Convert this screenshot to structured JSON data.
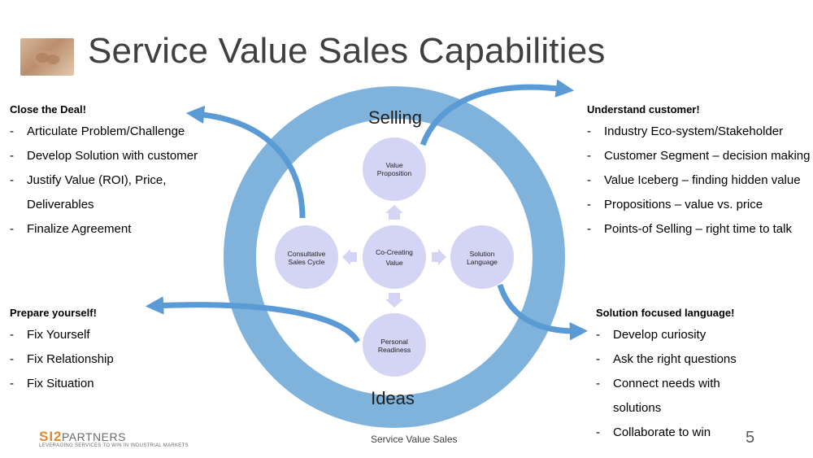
{
  "title": "Service Value Sales Capabilities",
  "ring": {
    "top_label": "Selling",
    "bottom_label": "Ideas"
  },
  "nodes": {
    "top": [
      "Value",
      "Proposition"
    ],
    "center": [
      "Co-Creating",
      "Value"
    ],
    "left": [
      "Consultative",
      "Sales Cycle"
    ],
    "right": [
      "Solution",
      "Language"
    ],
    "bottom": [
      "Personal",
      "Readiness"
    ]
  },
  "panels": {
    "close_deal": {
      "heading": "Close the Deal!",
      "items": [
        {
          "text": "Articulate Problem/Challenge"
        },
        {
          "text": "Develop Solution with customer"
        },
        {
          "text": "Justify Value (ROI), Price,",
          "cont": "Deliverables"
        },
        {
          "text": "Finalize Agreement"
        }
      ]
    },
    "understand": {
      "heading": "Understand customer!",
      "items": [
        {
          "text": "Industry Eco-system/Stakeholder"
        },
        {
          "text": "Customer Segment – decision making"
        },
        {
          "text": "Value Iceberg – finding hidden value"
        },
        {
          "text": "Propositions – value vs. price"
        },
        {
          "text": "Points-of Selling – right time to talk"
        }
      ]
    },
    "prepare": {
      "heading": "Prepare yourself!",
      "items": [
        {
          "text": "Fix Yourself"
        },
        {
          "text": "Fix Relationship"
        },
        {
          "text": "Fix Situation"
        }
      ]
    },
    "solution_lang": {
      "heading": "Solution focused language!",
      "items": [
        {
          "text": "Develop curiosity"
        },
        {
          "text": "Ask the right questions"
        },
        {
          "text": "Connect needs with",
          "cont": "solutions"
        },
        {
          "text": "Collaborate to win"
        }
      ]
    }
  },
  "bullet_glyph": "-",
  "footer": {
    "center": "Service Value Sales",
    "page": "5",
    "logo_a": "SI2",
    "logo_b": "PARTNERS",
    "logo_tagline": "LEVERAGING SERVICES TO WIN IN INDUSTRIAL MARKETS"
  },
  "colors": {
    "ring": "#7fb3dc",
    "node": "#d4d4f4",
    "arrow": "#5b9bd5",
    "title": "#404040",
    "logo_accent": "#e08a2a"
  }
}
